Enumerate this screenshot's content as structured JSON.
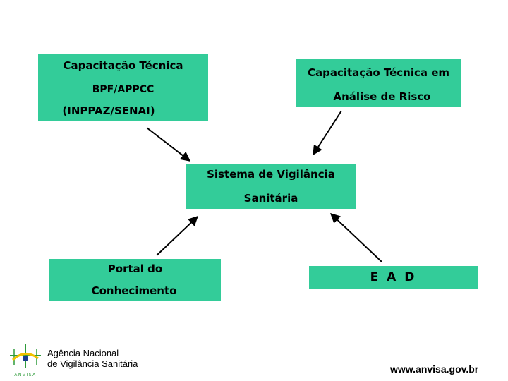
{
  "nodes": {
    "bpf": {
      "lines": [
        "Capacitação Técnica",
        "BPF/APPCC",
        "(INPPAZ/SENAI)"
      ]
    },
    "risco": {
      "lines": [
        "Capacitação Técnica  em",
        "Análise de Risco"
      ]
    },
    "svs": {
      "lines": [
        "Sistema de Vigilância",
        "Sanitária"
      ]
    },
    "portal": {
      "lines": [
        "Portal do",
        "Conhecimento"
      ]
    },
    "ead": {
      "lines": [
        "E A D"
      ]
    }
  },
  "footer": {
    "agency_line1": "Agência Nacional",
    "agency_line2": "de Vigilância Sanitária",
    "logo_text": "ANVISA",
    "url": "www.anvisa.gov.br"
  },
  "colors": {
    "box_fill": "#33cc99",
    "text": "#000000",
    "arrow": "#000000",
    "logo_green": "#2e9b3a",
    "logo_yellow": "#f2c200"
  }
}
